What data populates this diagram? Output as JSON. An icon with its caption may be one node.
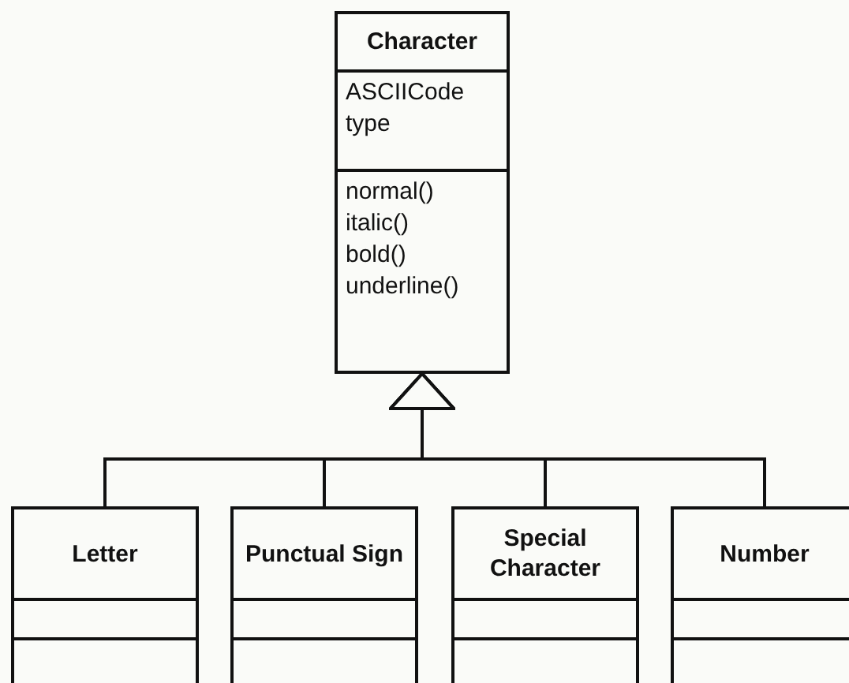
{
  "diagram": {
    "nodes": [
      {
        "text": [
          "Character",
          "ASCIICode type",
          "normal() italic() bold() underline()"
        ]
      },
      {
        "text": [
          "Letter"
        ]
      },
      {
        "text": [
          "Punctual Sign"
        ]
      },
      {
        "text": [
          "Special Character"
        ]
      },
      {
        "text": [
          "Number"
        ]
      }
    ],
    "edges": [
      {
        "from": 1,
        "to": 0,
        "arrow": "to"
      },
      {
        "from": 2,
        "to": 0,
        "arrow": "to"
      },
      {
        "from": 3,
        "to": 0,
        "arrow": "to"
      },
      {
        "from": 4,
        "to": 0,
        "arrow": "to"
      }
    ]
  }
}
